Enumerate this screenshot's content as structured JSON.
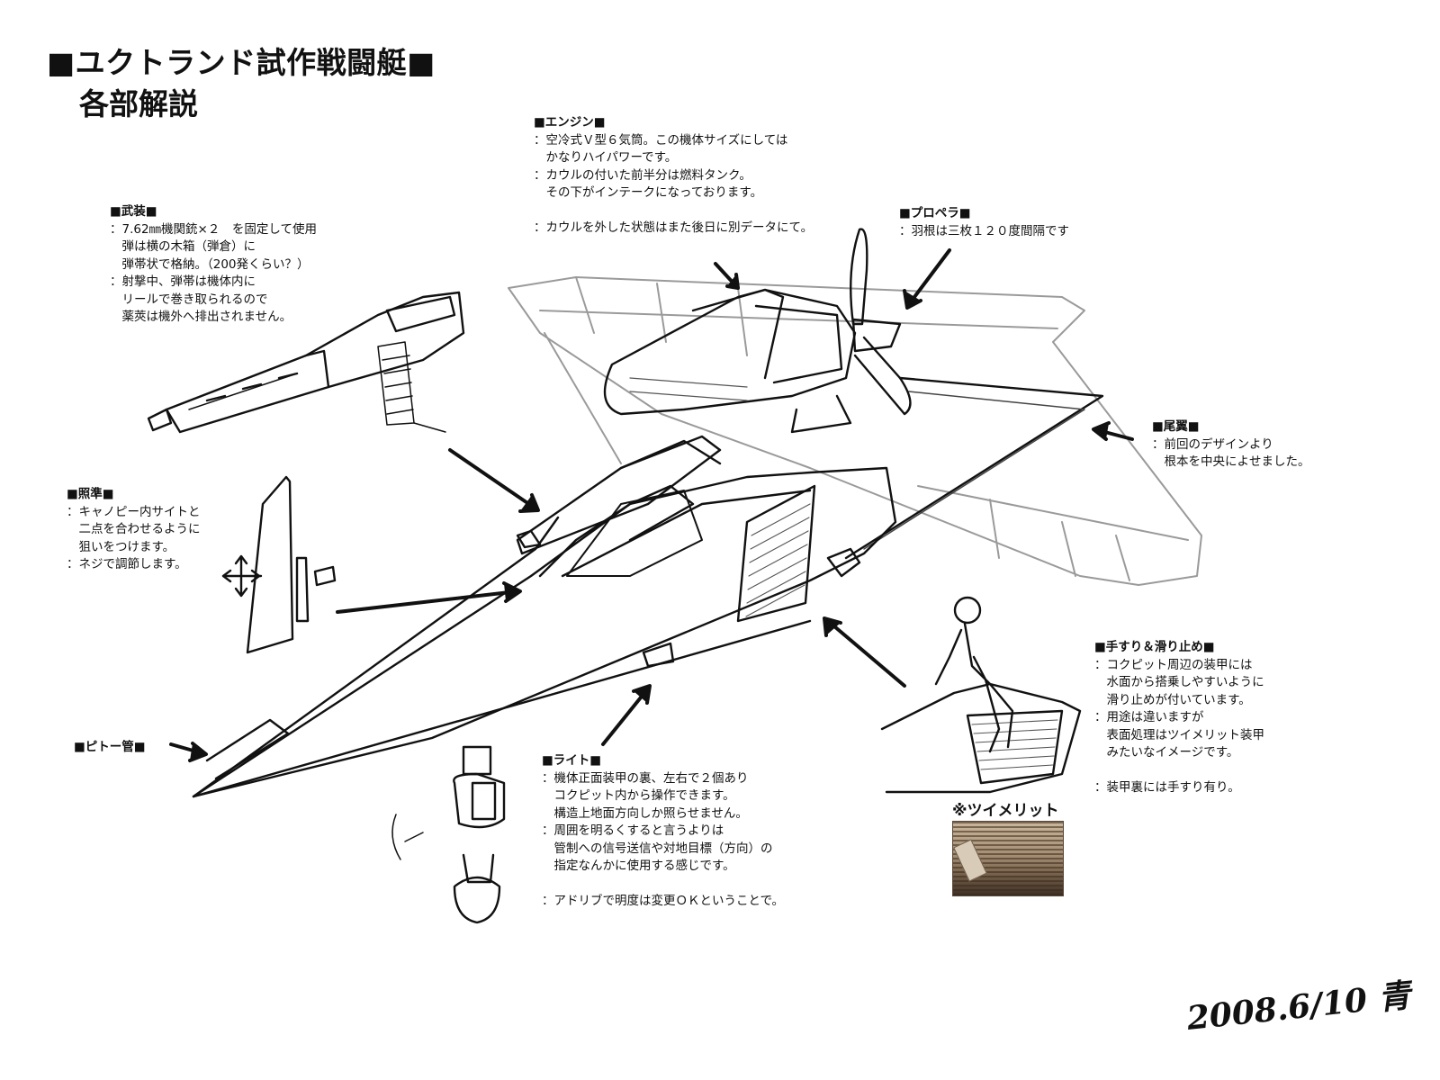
{
  "title": "■ユクトランド試作戦闘艇■",
  "subtitle": "各部解説",
  "notes": {
    "engine": {
      "heading": "■エンジン■",
      "lines": [
        "：空冷式Ｖ型６気筒。この機体サイズにしては",
        "　かなりハイパワーです。",
        "：カウルの付いた前半分は燃料タンク。",
        "　その下がインテークになっております。",
        "",
        "：カウルを外した状態はまた後日に別データにて。"
      ]
    },
    "armament": {
      "heading": "■武装■",
      "lines": [
        "：7.62㎜機関銃×２　を固定して使用",
        "　弾は横の木箱（弾倉）に",
        "　弾帯状で格納。（200発くらい？）",
        "：射撃中、弾帯は機体内に",
        "　リールで巻き取られるので",
        "　薬莢は機外へ排出されません。"
      ]
    },
    "propeller": {
      "heading": "■プロペラ■",
      "lines": [
        "：羽根は三枚１２０度間隔です"
      ]
    },
    "tail": {
      "heading": "■尾翼■",
      "lines": [
        "：前回のデザインより",
        "　根本を中央によせました。"
      ]
    },
    "sight": {
      "heading": "■照準■",
      "lines": [
        "：キャノピー内サイトと",
        "　二点を合わせるように",
        "　狙いをつけます。",
        "：ネジで調節します。"
      ]
    },
    "handrail": {
      "heading": "■手すり＆滑り止め■",
      "lines": [
        "：コクピット周辺の装甲には",
        "　水面から搭乗しやすいように",
        "　滑り止めが付いています。",
        "：用途は違いますが",
        "　表面処理はツイメリット装甲",
        "　みたいなイメージです。",
        "",
        "：装甲裏には手すり有り。"
      ]
    },
    "light": {
      "heading": "■ライト■",
      "lines": [
        "：機体正面装甲の裏、左右で２個あり",
        "　コクピット内から操作できます。",
        "　構造上地面方向しか照らせません。",
        "：周囲を明るくすると言うよりは",
        "　管制への信号送信や対地目標（方向）の",
        "　指定なんかに使用する感じです。",
        "",
        "：アドリブで明度は変更ＯＫということで。"
      ]
    },
    "pitot": {
      "heading": "■ピトー管■"
    }
  },
  "zimmerit_label": "※ツイメリット",
  "signature": "2008.6/10 青"
}
